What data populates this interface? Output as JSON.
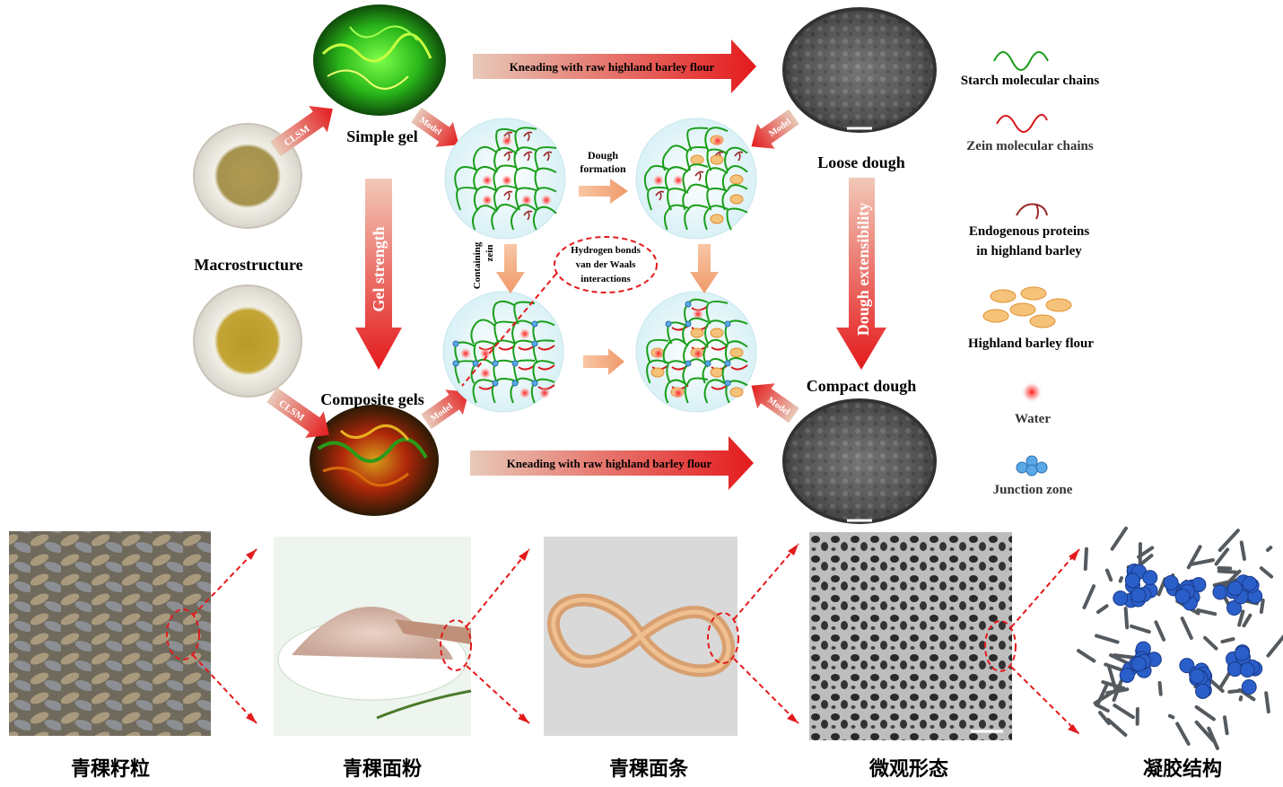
{
  "labels": {
    "simple_gel": "Simple gel",
    "composite_gels": "Composite gels",
    "macrostructure": "Macrostructure",
    "loose_dough": "Loose dough",
    "compact_dough": "Compact dough",
    "gel_strength": "Gel strength",
    "dough_extensibility": "Dough extensibility",
    "clsm": "CLSM",
    "model": "Model",
    "kneading": "Kneading with raw highland barley flour",
    "dough_formation_1": "Dough",
    "dough_formation_2": "formation",
    "containing_1": "Containing",
    "containing_2": "zein",
    "bubble_1": "Hydrogen bonds",
    "bubble_2": "van der Waals",
    "bubble_3": "interactions"
  },
  "legend": {
    "starch_chains": "Starch molecular  chains",
    "zein_chains": "Zein molecular  chains",
    "endogenous_1": "Endogenous proteins",
    "endogenous_2": "in highland barley",
    "barley_flour": "Highland barley flour",
    "water": "Water",
    "junction": "Junction zone"
  },
  "bottom": {
    "captions": [
      "青稞籽粒",
      "青稞面粉",
      "青稞面条",
      "微观形态",
      "凝胶结构"
    ]
  },
  "colors": {
    "starch": "#1a9e1a",
    "zein": "#d7191c",
    "arrow_red": "#e41a1c",
    "arrow_light": "#f4a582",
    "water": "#ff2a2a",
    "junction": "#5aa9e6",
    "flour": "#f0a050"
  }
}
